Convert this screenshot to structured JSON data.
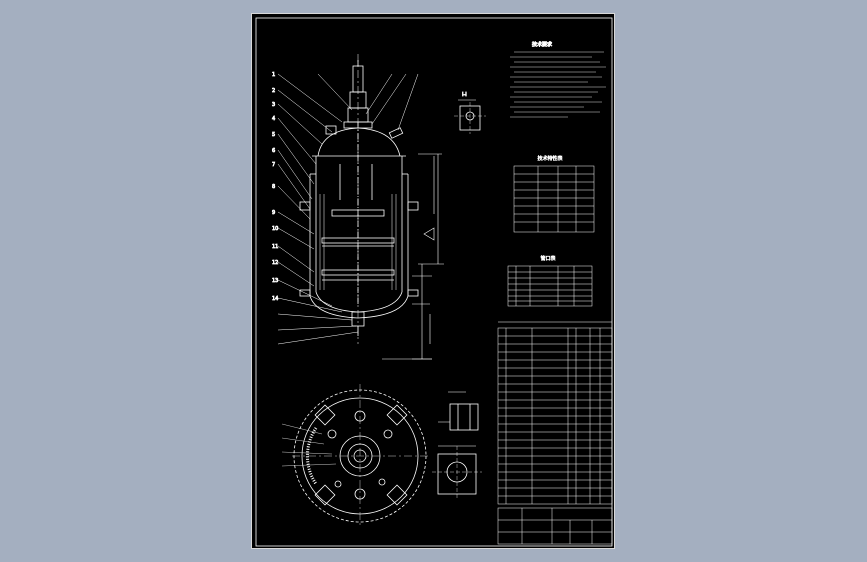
{
  "viewer": {
    "background": "#a4afc0",
    "sheet_background": "#000000",
    "line_color": "#ffffff"
  },
  "drawing": {
    "notes_title": "技术要求",
    "characteristics_title": "技术特性表",
    "nozzle_table_title": "管口表",
    "section_label": "I-I",
    "balloon_numbers": [
      "1",
      "2",
      "3",
      "4",
      "5",
      "6",
      "7",
      "8",
      "9",
      "10",
      "11",
      "12",
      "13",
      "14"
    ]
  }
}
